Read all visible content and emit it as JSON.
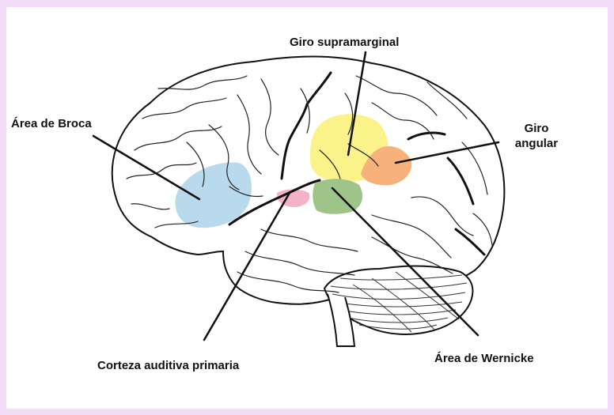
{
  "labels": {
    "supramarginal": "Giro supramarginal",
    "broca": "Área de Broca",
    "angular_line1": "Giro",
    "angular_line2": "angular",
    "auditory": "Corteza auditiva primaria",
    "wernicke": "Área de Wernicke"
  },
  "colors": {
    "background_border": "#f3dcf7",
    "broca_region": "#b9d9ec",
    "supramarginal_region": "#fbf38a",
    "angular_region": "#f6b27a",
    "auditory_region": "#f3b2c8",
    "wernicke_region": "#9fc48a",
    "outline": "#111111"
  }
}
